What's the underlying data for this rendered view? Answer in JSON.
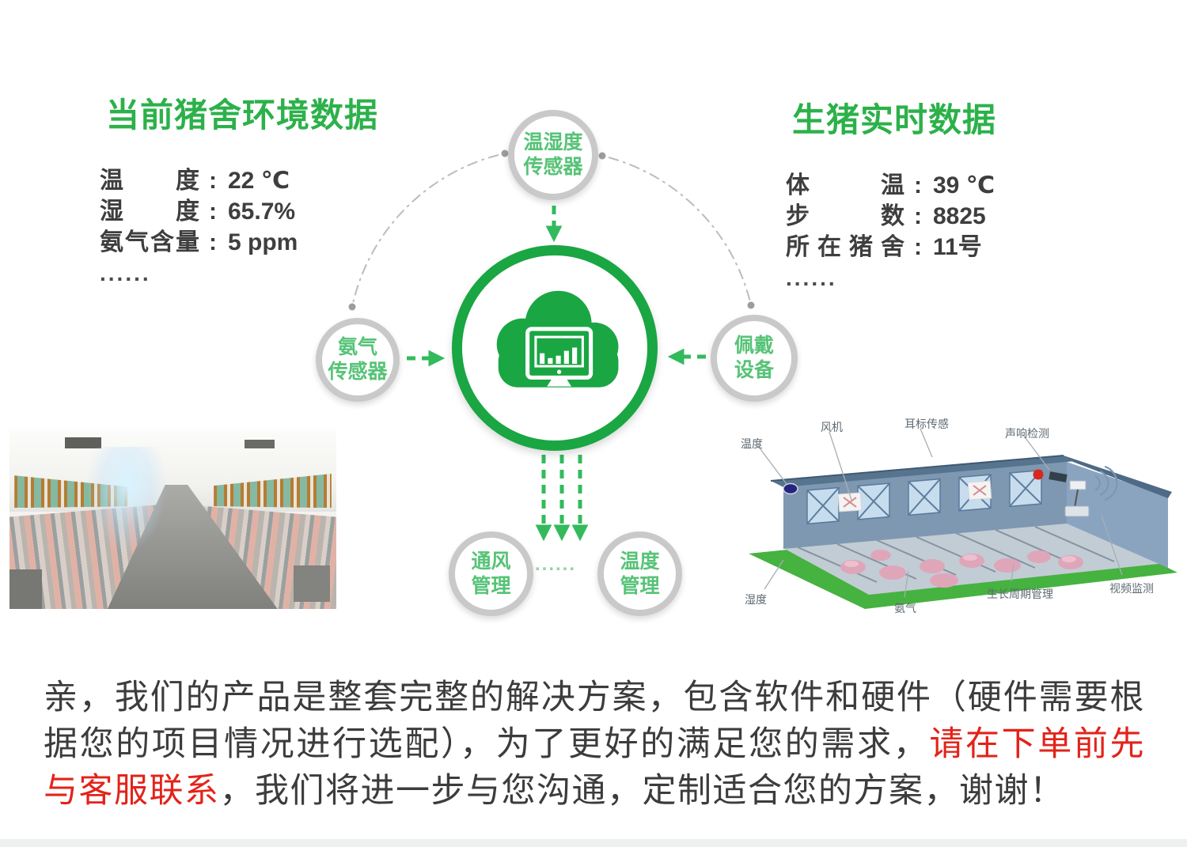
{
  "env_panel": {
    "title": "当前猪舍环境数据",
    "colon": ":",
    "rows": [
      {
        "label": "温度",
        "value": "22 ℃"
      },
      {
        "label": "湿度",
        "value": "65.7%"
      },
      {
        "label": "氨气含量",
        "value": "5 ppm"
      }
    ],
    "ellipsis": "......"
  },
  "pig_panel": {
    "title": "生猪实时数据",
    "colon": ":",
    "rows": [
      {
        "label": "体温",
        "value": "39 ℃"
      },
      {
        "label": "步数",
        "value": "8825"
      },
      {
        "label": "所在猪舍",
        "value": "11号"
      }
    ],
    "ellipsis": "......"
  },
  "diagram": {
    "top_node": {
      "line1": "温湿度",
      "line2": "传感器"
    },
    "left_node": {
      "line1": "氨气",
      "line2": "传感器"
    },
    "right_node": {
      "line1": "佩戴",
      "line2": "设备"
    },
    "bottom_left_node": {
      "line1": "通风",
      "line2": "管理"
    },
    "bottom_right_node": {
      "line1": "温度",
      "line2": "管理"
    },
    "center_icon": "cloud-monitor-icon",
    "ellipsis": "......"
  },
  "barn": {
    "labels_top": [
      "温度",
      "风机",
      "耳标传感",
      "声响检测"
    ],
    "labels_bottom": [
      "湿度",
      "氨气",
      "生长周期管理",
      "视频监测"
    ]
  },
  "notice": {
    "segments": [
      {
        "text": "亲，我们的产品是整套完整的解决方案，包含软件和硬件（硬件需要根据您的项目情况进行选配），为了更好的满足您的需求，",
        "color": "#3c3c3c"
      },
      {
        "text": "请在下单前先与客服联系",
        "color": "#e2231a"
      },
      {
        "text": "，我们将进一步与您沟通，定制适合您的方案，谢谢！",
        "color": "#3c3c3c"
      }
    ]
  },
  "colors": {
    "title_green": "#2cb14a",
    "node_text_green": "#56c377",
    "center_ring_green": "#1aa643",
    "arrow_green": "#33ba5d",
    "ring_gray": "#c9c9c9",
    "body_text": "#3c3c3c",
    "notice_red": "#e2231a"
  }
}
